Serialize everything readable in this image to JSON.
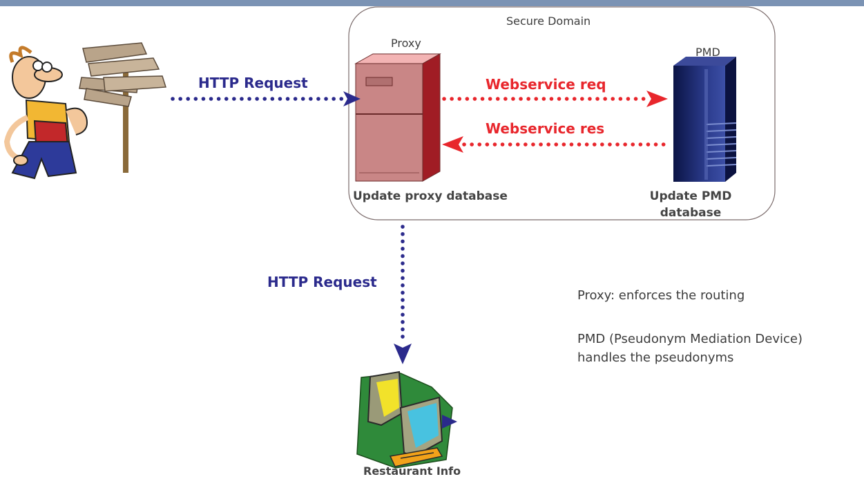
{
  "secure_domain_label": "Secure Domain",
  "proxy": {
    "title": "Proxy",
    "caption": "Update proxy database"
  },
  "pmd": {
    "title": "PMD",
    "caption_line1": "Update PMD",
    "caption_line2": "database"
  },
  "arrows": {
    "user_to_proxy": "HTTP Request",
    "proxy_to_pmd": "Webservice req",
    "pmd_to_proxy": "Webservice res",
    "proxy_to_restaurant": "HTTP Request"
  },
  "restaurant": {
    "caption": "Restaurant Info"
  },
  "notes": {
    "proxy_note": "Proxy: enforces the routing",
    "pmd_note_line1": "PMD (Pseudonym Mediation Device)",
    "pmd_note_line2": "handles the pseudonyms"
  },
  "colors": {
    "header_bar": "#7b93b4",
    "http_blue": "#2b2a8c",
    "webservice_red": "#e8262c",
    "proxy_server": "#c98686",
    "pmd_server": "#1e2a6e"
  },
  "icons": [
    "confused-man-signpost-icon",
    "proxy-server-icon",
    "pmd-server-tower-icon",
    "computer-icon"
  ]
}
